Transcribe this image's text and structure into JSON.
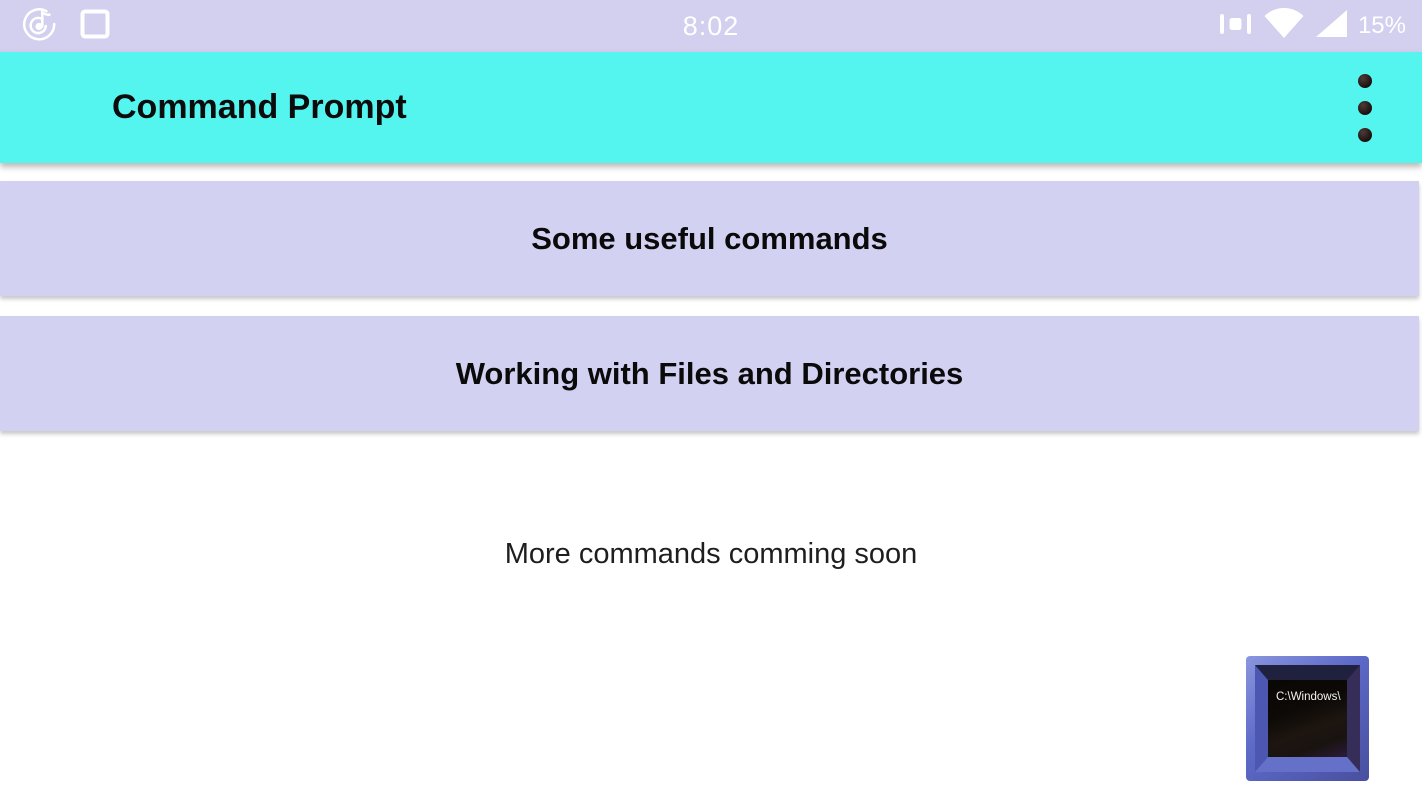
{
  "status_bar": {
    "time": "8:02",
    "battery": "15%",
    "left_icons": [
      "music-player-icon",
      "screenshot-icon"
    ],
    "right_icons": [
      "vibrate-icon",
      "wifi-icon",
      "cellular-signal-icon"
    ]
  },
  "app_bar": {
    "title": "Command Prompt",
    "menu_icon": "overflow-menu-icon"
  },
  "buttons": [
    {
      "label": "Some useful commands"
    },
    {
      "label": "Working with Files and Directories"
    }
  ],
  "content": {
    "coming_soon": "More commands comming soon"
  },
  "fab": {
    "screen_text": "C:\\Windows\\"
  },
  "colors": {
    "status_bar_bg": "#d2cfef",
    "app_bar_bg": "#54f5ef",
    "button_bg": "#d3d1f1",
    "fab_frame": "#5b68c6"
  }
}
